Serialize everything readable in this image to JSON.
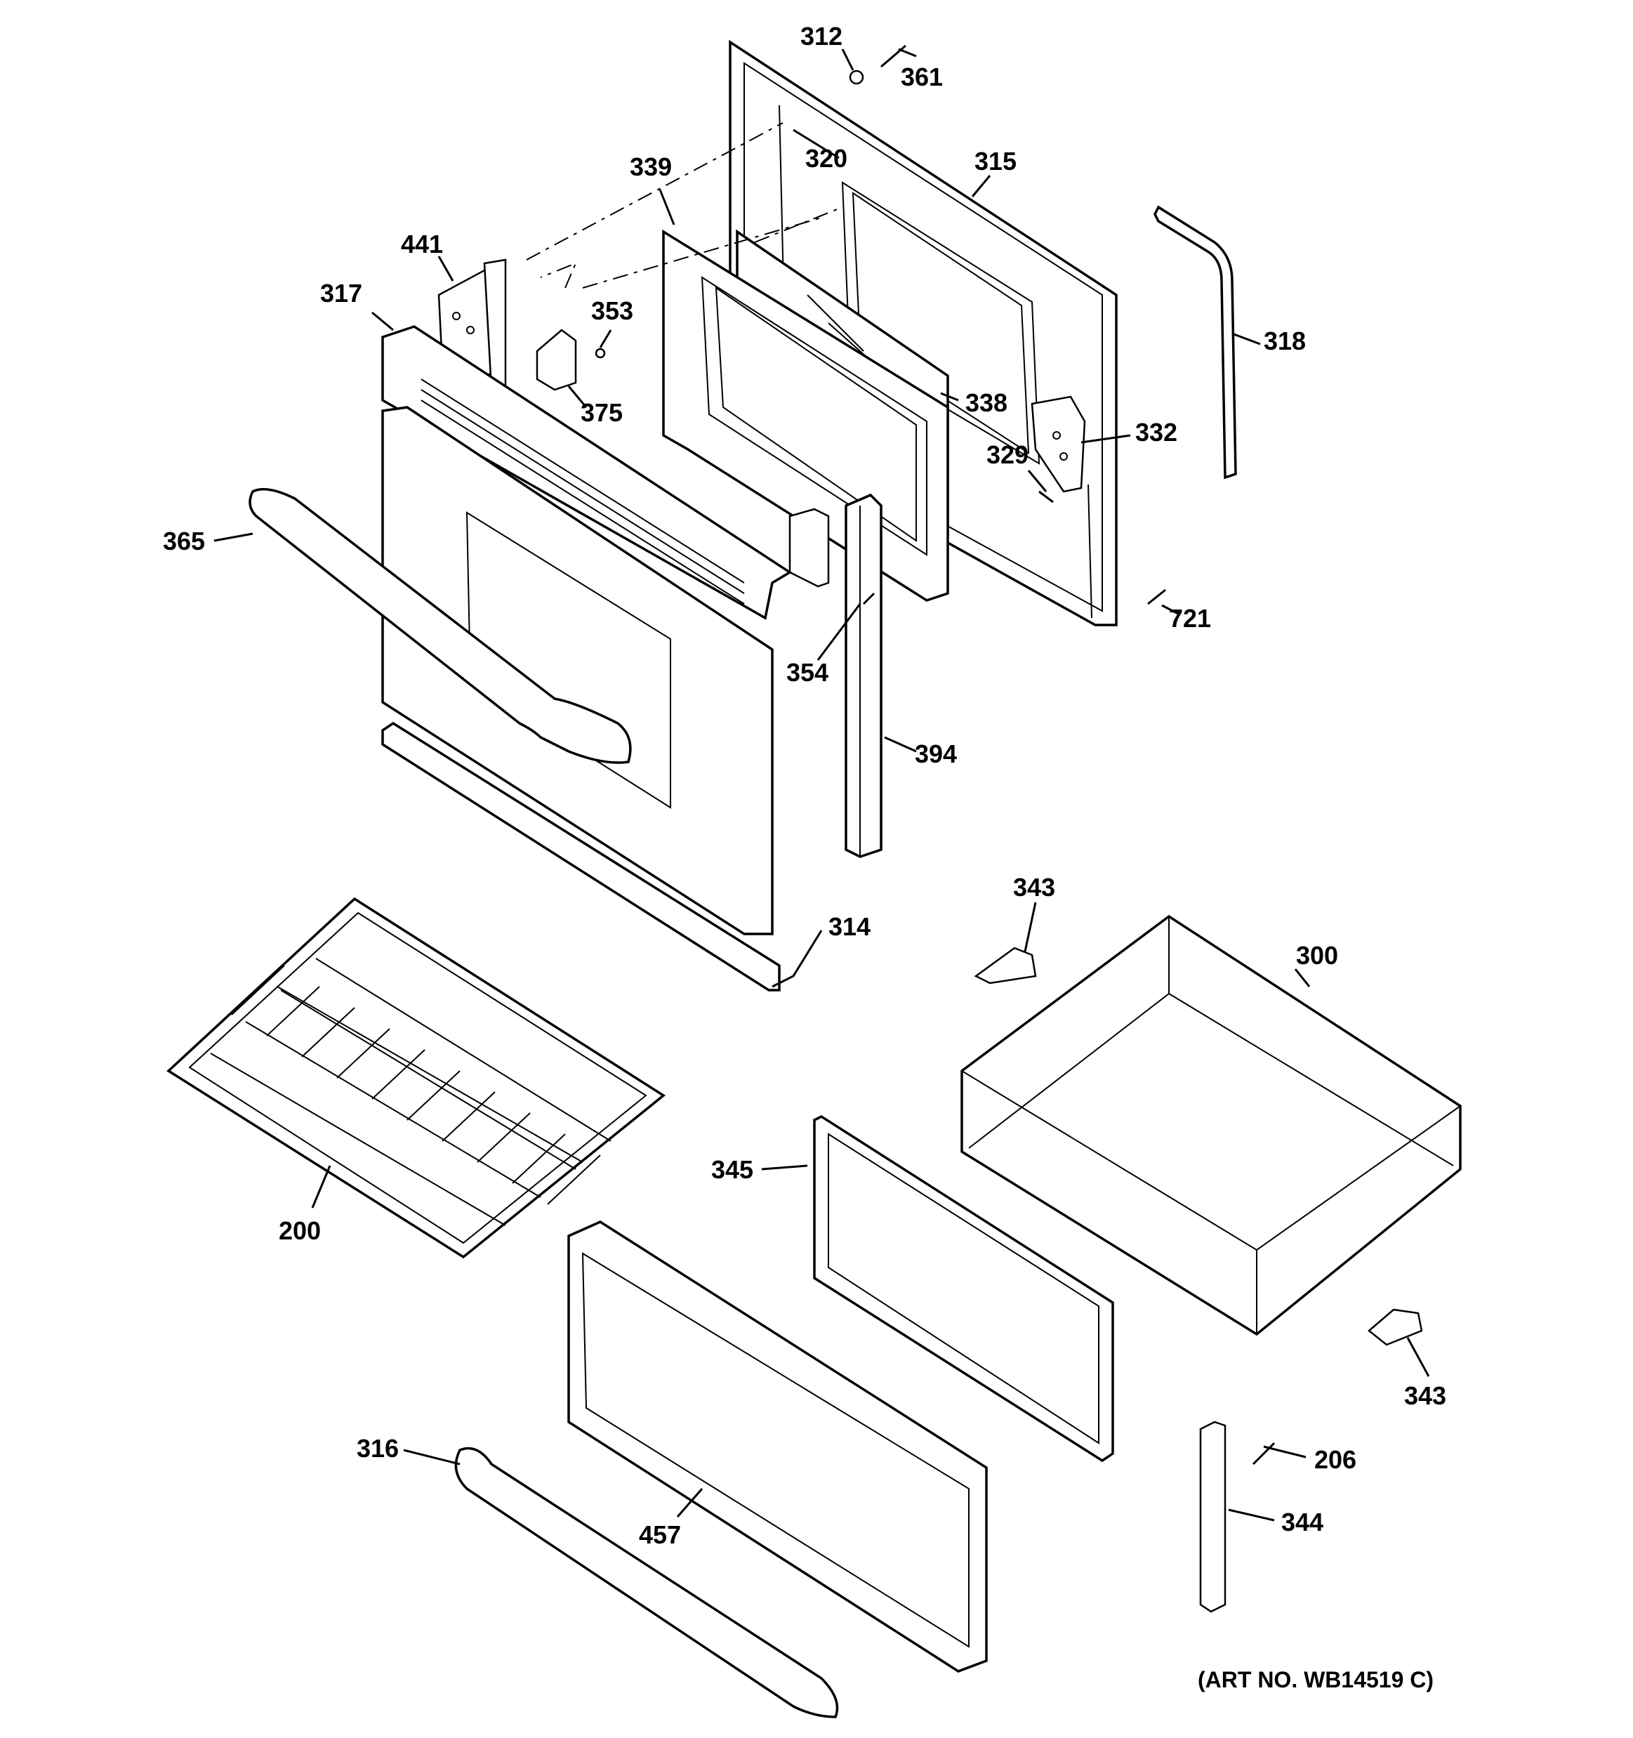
{
  "art_number": "(ART NO. WB14519 C)",
  "callouts": [
    {
      "id": "312",
      "label": "312"
    },
    {
      "id": "361",
      "label": "361"
    },
    {
      "id": "320",
      "label": "320"
    },
    {
      "id": "315",
      "label": "315"
    },
    {
      "id": "339",
      "label": "339"
    },
    {
      "id": "441",
      "label": "441"
    },
    {
      "id": "317",
      "label": "317"
    },
    {
      "id": "353",
      "label": "353"
    },
    {
      "id": "375",
      "label": "375"
    },
    {
      "id": "318",
      "label": "318"
    },
    {
      "id": "338",
      "label": "338"
    },
    {
      "id": "332",
      "label": "332"
    },
    {
      "id": "329",
      "label": "329"
    },
    {
      "id": "365",
      "label": "365"
    },
    {
      "id": "721",
      "label": "721"
    },
    {
      "id": "354",
      "label": "354"
    },
    {
      "id": "394",
      "label": "394"
    },
    {
      "id": "343a",
      "label": "343"
    },
    {
      "id": "314",
      "label": "314"
    },
    {
      "id": "300",
      "label": "300"
    },
    {
      "id": "345",
      "label": "345"
    },
    {
      "id": "200",
      "label": "200"
    },
    {
      "id": "343b",
      "label": "343"
    },
    {
      "id": "316",
      "label": "316"
    },
    {
      "id": "206",
      "label": "206"
    },
    {
      "id": "344",
      "label": "344"
    },
    {
      "id": "457",
      "label": "457"
    }
  ]
}
